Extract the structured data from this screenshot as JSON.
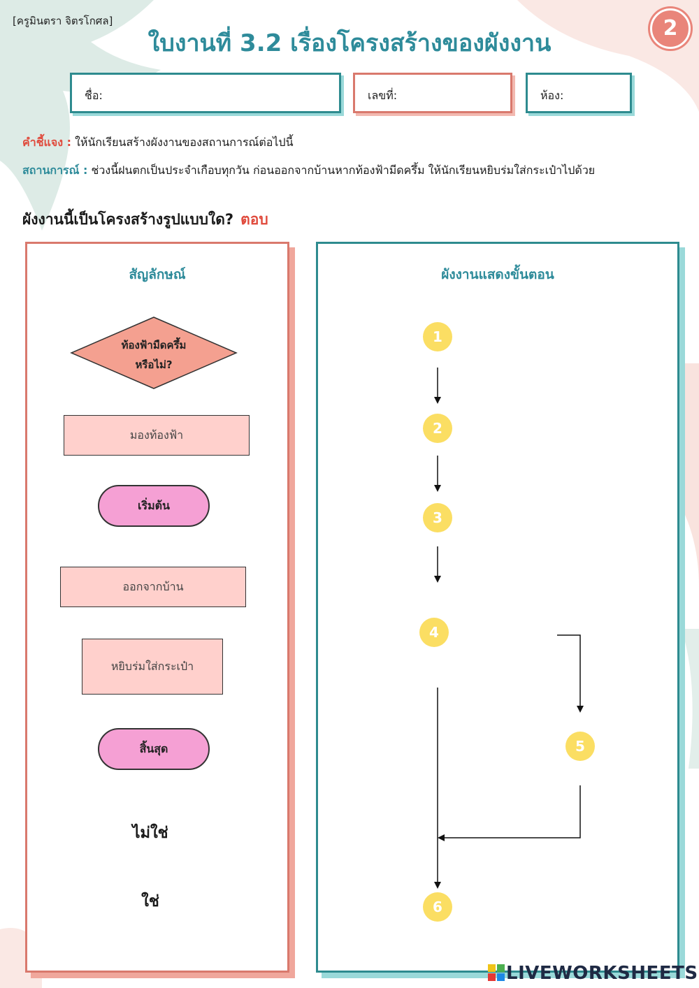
{
  "teacher": "[ครูมินตรา  จิตรโกศล]",
  "title": "ใบงานที่ 3.2 เรื่องโครงสร้างของผังงาน",
  "page_number": "2",
  "fields": {
    "name_label": "ชื่อ:",
    "number_label": "เลขที่:",
    "room_label": "ห้อง:"
  },
  "instruction": {
    "label": "คำชี้แจง :",
    "text": " ให้นักเรียนสร้างผังงานของสถานการณ์ต่อไปนี้"
  },
  "scenario": {
    "label": "สถานการณ์ :",
    "text": " ช่วงนี้ฝนตกเป็นประจำเกือบทุกวัน ก่อนออกจากบ้านหากท้องฟ้ามีดครึ้ม ให้นักเรียนหยิบร่มใส่กระเป๋าไปด้วย"
  },
  "question": {
    "text": "ผังงานนี้เป็นโครงสร้างรูปแบบใด?",
    "answer_label": "ตอบ"
  },
  "symbols_panel": {
    "title": "สัญลักษณ์",
    "decision": {
      "line1": "ท้องฟ้ามืดครึ้ม",
      "line2": "หรือไม่?"
    },
    "process_look": "มองท้องฟ้า",
    "start": "เริ่มต้น",
    "process_leave": "ออกจากบ้าน",
    "process_umbrella": "หยิบร่มใส่กระเป๋า",
    "end": "สิ้นสุด",
    "word_no": "ไม่ใช่",
    "word_yes": "ใช่"
  },
  "flow_panel": {
    "title": "ผังงานแสดงขั้นตอน",
    "steps": [
      "1",
      "2",
      "3",
      "4",
      "5",
      "6"
    ]
  },
  "colors": {
    "teal": "#2e8b9a",
    "coral": "#d9796d",
    "pink": "#f5a0d4",
    "light_pink": "#ffd0cc",
    "yellow": "#fbde63",
    "red_label": "#e04a3c"
  },
  "watermark": "LIVEWORKSHEETS"
}
